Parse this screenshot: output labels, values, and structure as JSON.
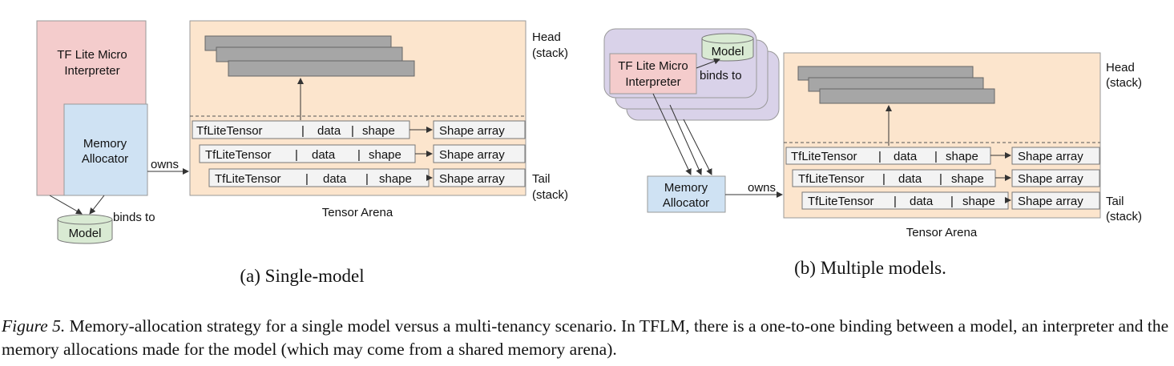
{
  "panel_a": {
    "interpreter": [
      "TF Lite Micro",
      "Interpreter"
    ],
    "allocator": [
      "Memory",
      "Allocator"
    ],
    "owns": "owns",
    "binds_to": "binds to",
    "model": "Model",
    "head": [
      "Head",
      "(stack)"
    ],
    "tail": [
      "Tail",
      "(stack)"
    ],
    "arena": "Tensor Arena",
    "tensor_rows": [
      {
        "tensor": "TfLiteTensor",
        "data": "data",
        "shape": "shape",
        "array": "Shape array"
      },
      {
        "tensor": "TfLiteTensor",
        "data": "data",
        "shape": "shape",
        "array": "Shape array"
      },
      {
        "tensor": "TfLiteTensor",
        "data": "data",
        "shape": "shape",
        "array": "Shape array"
      }
    ]
  },
  "panel_b": {
    "interpreter": [
      "TF Lite Micro",
      "Interpreter"
    ],
    "model": "Model",
    "binds_to": "binds to",
    "allocator": [
      "Memory",
      "Allocator"
    ],
    "owns": "owns",
    "head": [
      "Head",
      "(stack)"
    ],
    "tail": [
      "Tail",
      "(stack)"
    ],
    "arena": "Tensor Arena",
    "tensor_rows": [
      {
        "tensor": "TfLiteTensor",
        "data": "data",
        "shape": "shape",
        "array": "Shape array"
      },
      {
        "tensor": "TfLiteTensor",
        "data": "data",
        "shape": "shape",
        "array": "Shape array"
      },
      {
        "tensor": "TfLiteTensor",
        "data": "data",
        "shape": "shape",
        "array": "Shape array"
      }
    ]
  },
  "captions": {
    "a": "(a) Single-model",
    "b": "(b) Multiple models.",
    "figure_label": "Figure 5.",
    "figure_text": " Memory-allocation strategy for a single model versus a multi-tenancy scenario. In TFLM, there is a one-to-one binding between a model, an interpreter and the memory allocations made for the model (which may come from a shared memory arena)."
  },
  "colors": {
    "interpreter": "#f4cccc",
    "allocator": "#cfe2f3",
    "model": "#d9ead3",
    "arena": "#fce5cd",
    "tenant": "#d9d2e9",
    "block": "#a6a6a6",
    "row": "#f3f3f3"
  }
}
